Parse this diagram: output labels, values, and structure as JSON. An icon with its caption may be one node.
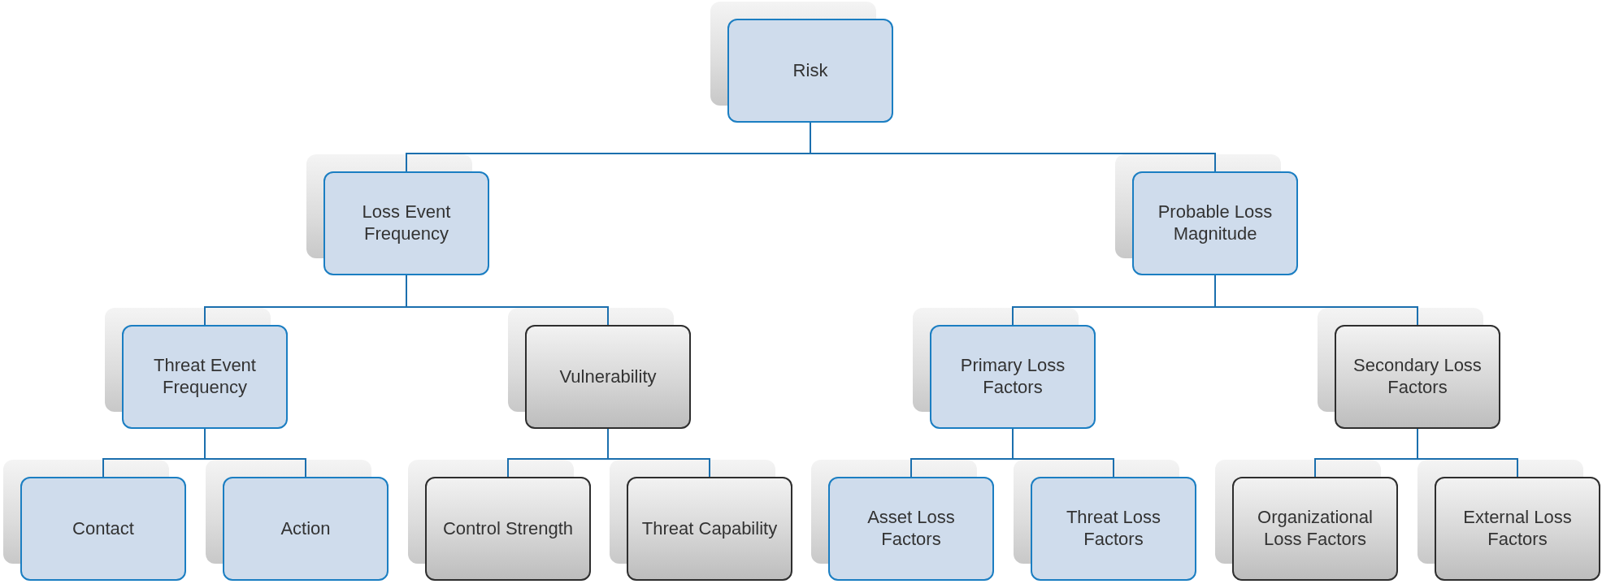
{
  "diagram": {
    "nodes": [
      {
        "text": [
          "Risk"
        ]
      },
      {
        "text": [
          "Loss Event Frequency"
        ]
      },
      {
        "text": [
          "Probable Loss Magnitude"
        ]
      },
      {
        "text": [
          "Threat Event Frequency"
        ]
      },
      {
        "text": [
          "Vulnerability"
        ]
      },
      {
        "text": [
          "Primary Loss Factors"
        ]
      },
      {
        "text": [
          "Secondary Loss Factors"
        ]
      },
      {
        "text": [
          "Contact"
        ]
      },
      {
        "text": [
          "Action"
        ]
      },
      {
        "text": [
          "Control Strength"
        ]
      },
      {
        "text": [
          "Threat Capability"
        ]
      },
      {
        "text": [
          "Asset Loss Factors"
        ]
      },
      {
        "text": [
          "Threat Loss Factors"
        ]
      },
      {
        "text": [
          "Organizational Loss Factors"
        ]
      },
      {
        "text": [
          "External Loss Factors"
        ]
      }
    ],
    "edges": [
      {
        "from": 0,
        "to": 1,
        "arrow": "none"
      },
      {
        "from": 0,
        "to": 2,
        "arrow": "none"
      },
      {
        "from": 1,
        "to": 3,
        "arrow": "none"
      },
      {
        "from": 1,
        "to": 4,
        "arrow": "none"
      },
      {
        "from": 2,
        "to": 5,
        "arrow": "none"
      },
      {
        "from": 2,
        "to": 6,
        "arrow": "none"
      },
      {
        "from": 3,
        "to": 7,
        "arrow": "none"
      },
      {
        "from": 3,
        "to": 8,
        "arrow": "none"
      },
      {
        "from": 4,
        "to": 9,
        "arrow": "none"
      },
      {
        "from": 4,
        "to": 10,
        "arrow": "none"
      },
      {
        "from": 5,
        "to": 11,
        "arrow": "none"
      },
      {
        "from": 5,
        "to": 12,
        "arrow": "none"
      },
      {
        "from": 6,
        "to": 13,
        "arrow": "none"
      },
      {
        "from": 6,
        "to": 14,
        "arrow": "none"
      }
    ]
  }
}
